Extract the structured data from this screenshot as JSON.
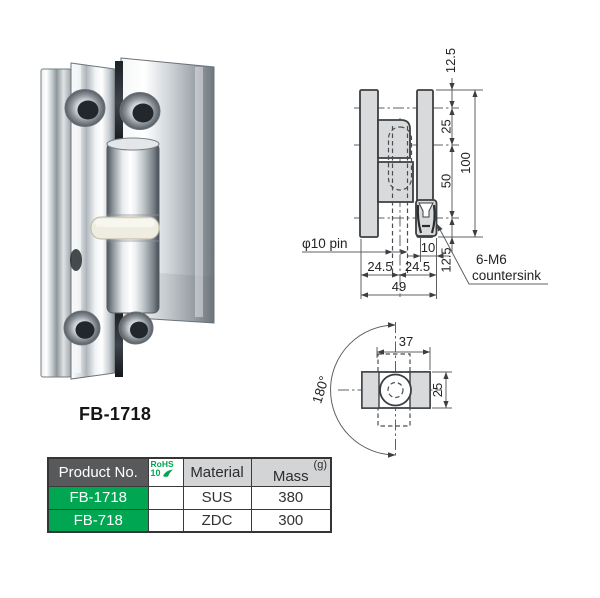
{
  "product": {
    "model_label": "FB-1718"
  },
  "side_view": {
    "dims": {
      "d12_5_top": "12.5",
      "d25": "25",
      "d100": "100",
      "d50": "50",
      "d12_5_bottom": "12.5",
      "d10": "10",
      "d24_5_left": "24.5",
      "d24_5_right": "24.5",
      "d49": "49"
    },
    "labels": {
      "pin_label": "φ10 pin",
      "cs_line1": "6-M6",
      "cs_line2": "countersink"
    }
  },
  "top_view": {
    "dims": {
      "d37": "37",
      "d25": "25",
      "d180": "180°"
    }
  },
  "table": {
    "headers": {
      "product_no": "Product No.",
      "rohs_line1": "RoHS",
      "rohs_line2": "10",
      "material": "Material",
      "mass": "Mass",
      "mass_unit": "(g)"
    },
    "rows": [
      {
        "product_no": "FB-1718",
        "material": "SUS",
        "mass": "380"
      },
      {
        "product_no": "FB-718",
        "material": "ZDC",
        "mass": "300"
      }
    ]
  },
  "colors": {
    "brand_green": "#00a651",
    "header_dark_gray": "#58595b",
    "header_light_gray": "#d2d4d5",
    "drawing_fill": "#d8dadb",
    "drawing_line": "#3c3f42"
  }
}
